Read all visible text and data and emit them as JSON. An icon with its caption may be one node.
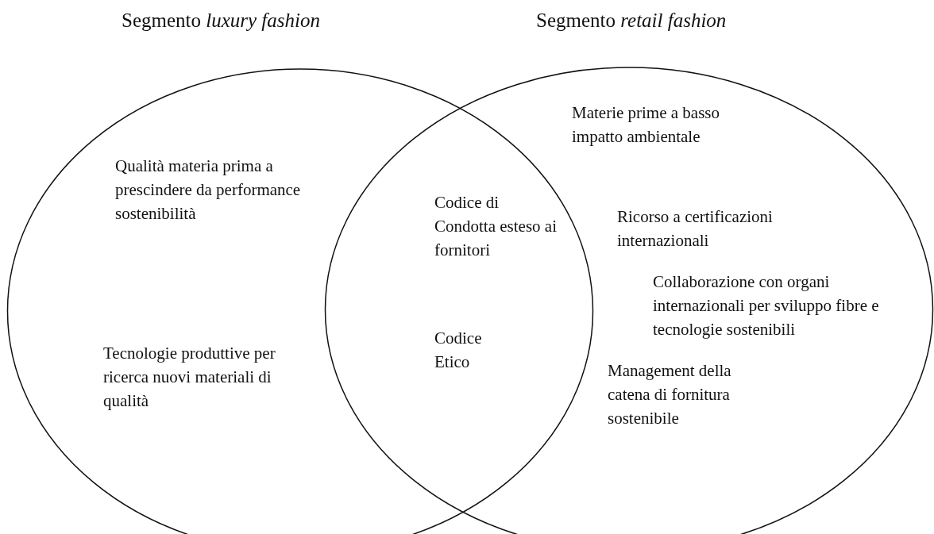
{
  "diagram": {
    "nodes": [
      {
        "text": [
          "Segmento *luxury fashion*"
        ]
      },
      {
        "text": [
          "Segmento *retail fashion*"
        ]
      }
    ],
    "edges": [],
    "labels": [
      "Materie prime a basso impatto ambientale",
      "Qualità materia prima a prescindere da performance sostenibilità",
      "Codice di Condotta esteso ai fornitori",
      "Ricorso a certificazioni internazionali",
      "Collaborazione con organi internazionali per sviluppo fibre e tecnologie sostenibili",
      "Tecnologie produttive per ricerca nuovi materiali di qualità",
      "Codice Etico",
      "Management della catena di fornitura sostenibile"
    ]
  }
}
